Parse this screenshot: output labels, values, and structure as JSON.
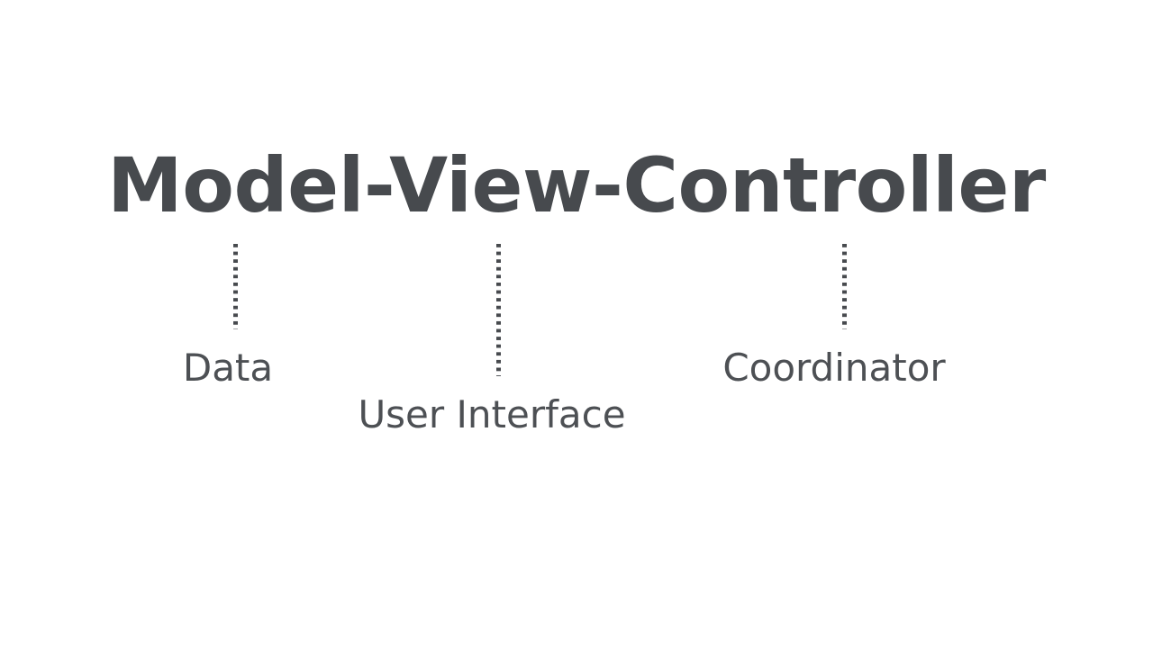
{
  "slide": {
    "background_color": "#ffffff",
    "title": "Model-View-Controller",
    "title_color": "#474a4e",
    "label_color": "#4d5054",
    "connector_style": "dotted-vertical",
    "parts": [
      {
        "term": "Model",
        "label": "Data",
        "connector": "dotted-line-model"
      },
      {
        "term": "View",
        "label": "User Interface",
        "connector": "dotted-line-view"
      },
      {
        "term": "Controller",
        "label": "Coordinator",
        "connector": "dotted-line-controller"
      }
    ]
  }
}
